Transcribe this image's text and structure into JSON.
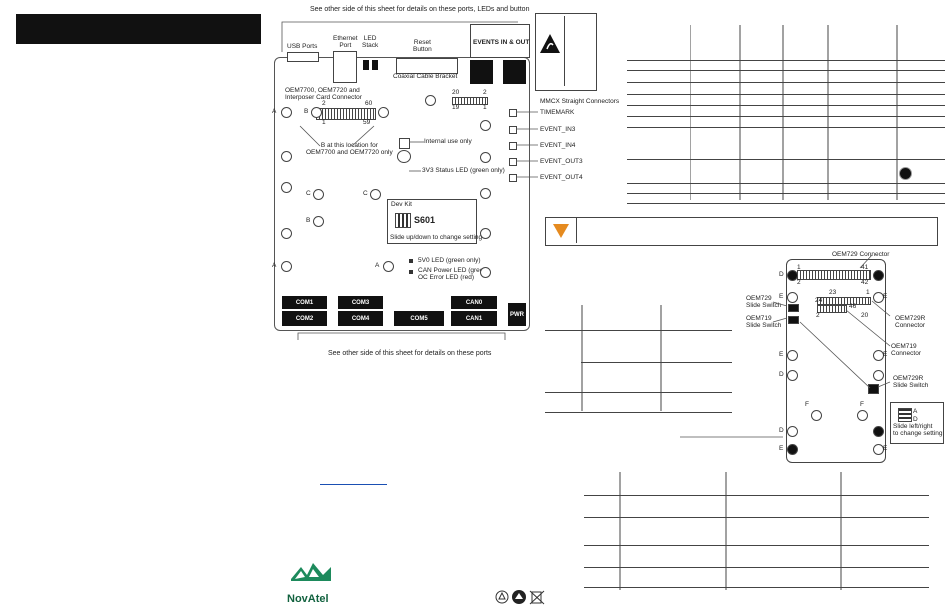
{
  "header": {
    "title": ""
  },
  "board": {
    "top_note": "See other side of this sheet for details on these ports, LEDs and button",
    "bottom_note": "See other side of this sheet for details on these ports",
    "usb_ports": "USB Ports",
    "ethernet_port": "Ethernet\nPort",
    "led_stack": "LED\nStack",
    "reset_button": "Reset\nButton",
    "events_in_out": "EVENTS IN & OUT",
    "coaxial_bracket": "Coaxial Cable Bracket",
    "oem_connector": "OEM7700, OEM7720 and\nInterposer Card Connector",
    "pin_2": "2",
    "pin_60": "60",
    "pin_1": "1",
    "pin_59": "59",
    "pin_20": "20",
    "pin_19": "19",
    "pin_2b": "2",
    "pin_1b": "1",
    "b_note": "B at this location for\nOEM7700 and OEM7720 only",
    "internal_use": "Internal use only",
    "status_led": "3V3 Status LED (green only)",
    "dev_kit": "Dev Kit",
    "switch_name": "S601",
    "switch_note": "Slide up/down to change setting",
    "led_5v0": "5V0 LED (green only)",
    "can_power_led": "CAN Power LED (green)\nOC Error LED (red)",
    "mmcx_title": "MMCX Straight Connectors",
    "mmcx_items": [
      "TIMEMARK",
      "EVENT_IN3",
      "EVENT_IN4",
      "EVENT_OUT3",
      "EVENT_OUT4"
    ],
    "ports": {
      "com1": "COM1",
      "com2": "COM2",
      "com3": "COM3",
      "com4": "COM4",
      "com5": "COM5",
      "can0": "CAN0",
      "can1": "CAN1",
      "pwr": "PWR"
    },
    "hole_labels": {
      "a": "A",
      "b": "B",
      "c": "C"
    }
  },
  "module": {
    "oem729_connector": "OEM729 Connector",
    "oem729_switch": "OEM729\nSlide Switch",
    "oem719_switch": "OEM719\nSlide Switch",
    "oem729r_connector": "OEM729R\nConnector",
    "oem719_connector": "OEM719\nConnector",
    "oem729r_switch": "OEM729R\nSlide Switch",
    "slide_note": "Slide left/right\nto change setting",
    "pins": {
      "p1": "1",
      "p41": "41",
      "p2": "2",
      "p42": "42",
      "p23": "23",
      "p1b": "1",
      "p24": "24",
      "p46": "46",
      "p2b": "2",
      "p1c": "1",
      "p2c": "2",
      "p20": "20",
      "p19": "19"
    },
    "labels": {
      "d": "D",
      "e": "E",
      "f": "F",
      "a": "A"
    }
  },
  "link_text": "",
  "brand": {
    "logo_text": "NovAtel",
    "accent": "#1d8a5c",
    "warning": "#e58a1f"
  }
}
